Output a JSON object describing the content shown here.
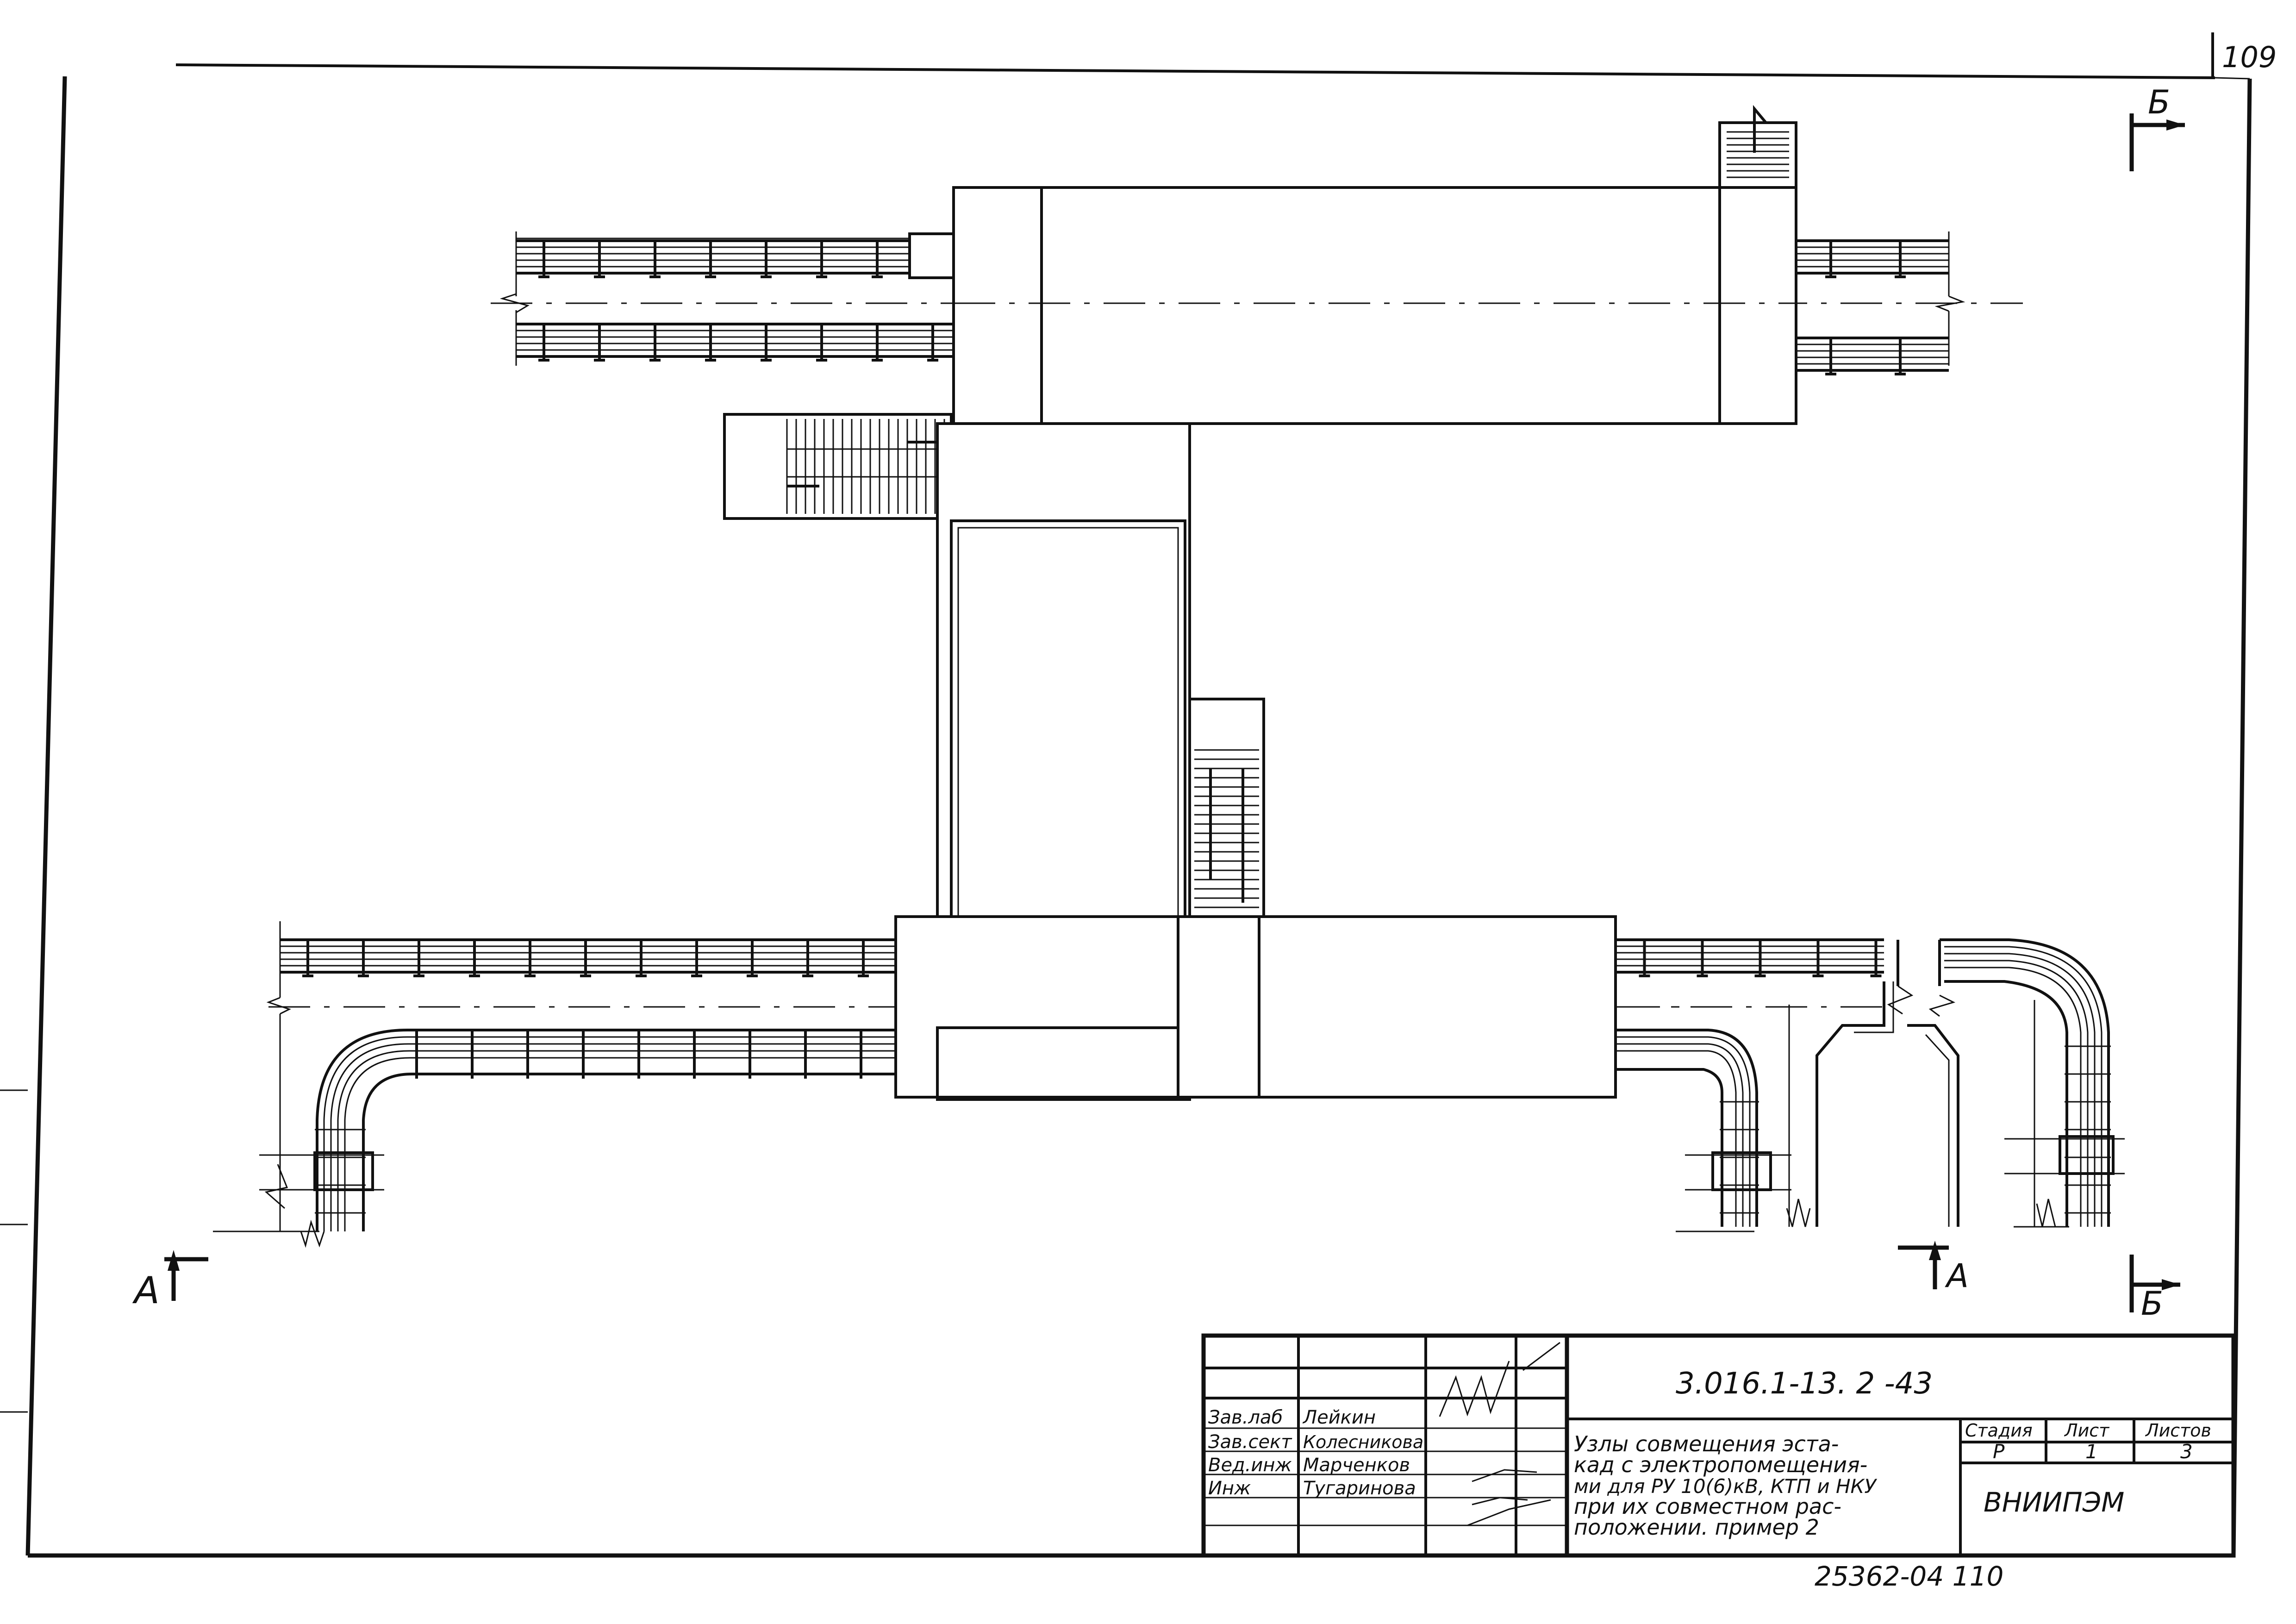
{
  "sheet": {
    "page_number": "109",
    "bottom_code": "25362-04  110"
  },
  "section_marks": {
    "a_left": "А",
    "a_right": "А",
    "b_top": "Б",
    "b_bottom": "Б"
  },
  "title_block": {
    "designation": "3.016.1-13. 2    -43",
    "title_lines": [
      "Узлы совмещения эста-",
      "кад с электропомещения-",
      "ми для РУ 10(6)кВ, КТП и НКУ",
      "при их совместном рас-",
      "положении. пример 2"
    ],
    "stage_header": "Стадия",
    "sheet_header": "Лист",
    "sheets_header": "Листов",
    "stage_value": "Р",
    "sheet_value": "1",
    "sheets_value": "3",
    "organization": "ВНИИПЭМ",
    "staff": [
      {
        "role": "Зав.лаб",
        "name": "Лейкин"
      },
      {
        "role": "Зав.сект",
        "name": "Колесникова"
      },
      {
        "role": "Вед.инж",
        "name": "Марченков"
      },
      {
        "role": "Инж",
        "name": "Тугаринова"
      }
    ]
  }
}
